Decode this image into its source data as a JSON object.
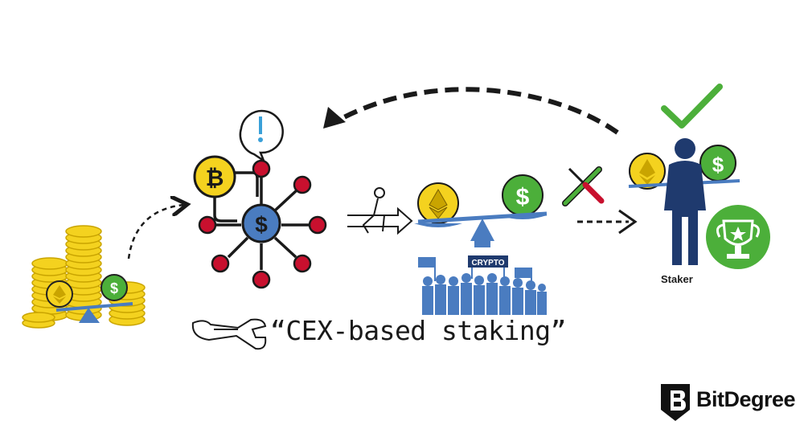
{
  "caption": "“CEX-based staking”",
  "staker_label": "Staker",
  "crowd_sign": "CRYPTO",
  "brand": {
    "name": "BitDegree",
    "logo_letter": "B"
  },
  "icons": [
    "coin-stacks",
    "eth-coin",
    "dollar-coin",
    "bitcoin-coin",
    "exchange-hub",
    "alert-bubble",
    "person-crossing-arrow",
    "balance-scale",
    "crowd",
    "wrench-screwdriver",
    "staker-person",
    "trophy",
    "checkmark",
    "wrench-outline"
  ],
  "colors": {
    "yellow": "#f4d21f",
    "green": "#4caf3a",
    "blue": "#4a7cc0",
    "red": "#c8102e",
    "navy": "#1f3a6e",
    "dark": "#1a1a1a"
  }
}
